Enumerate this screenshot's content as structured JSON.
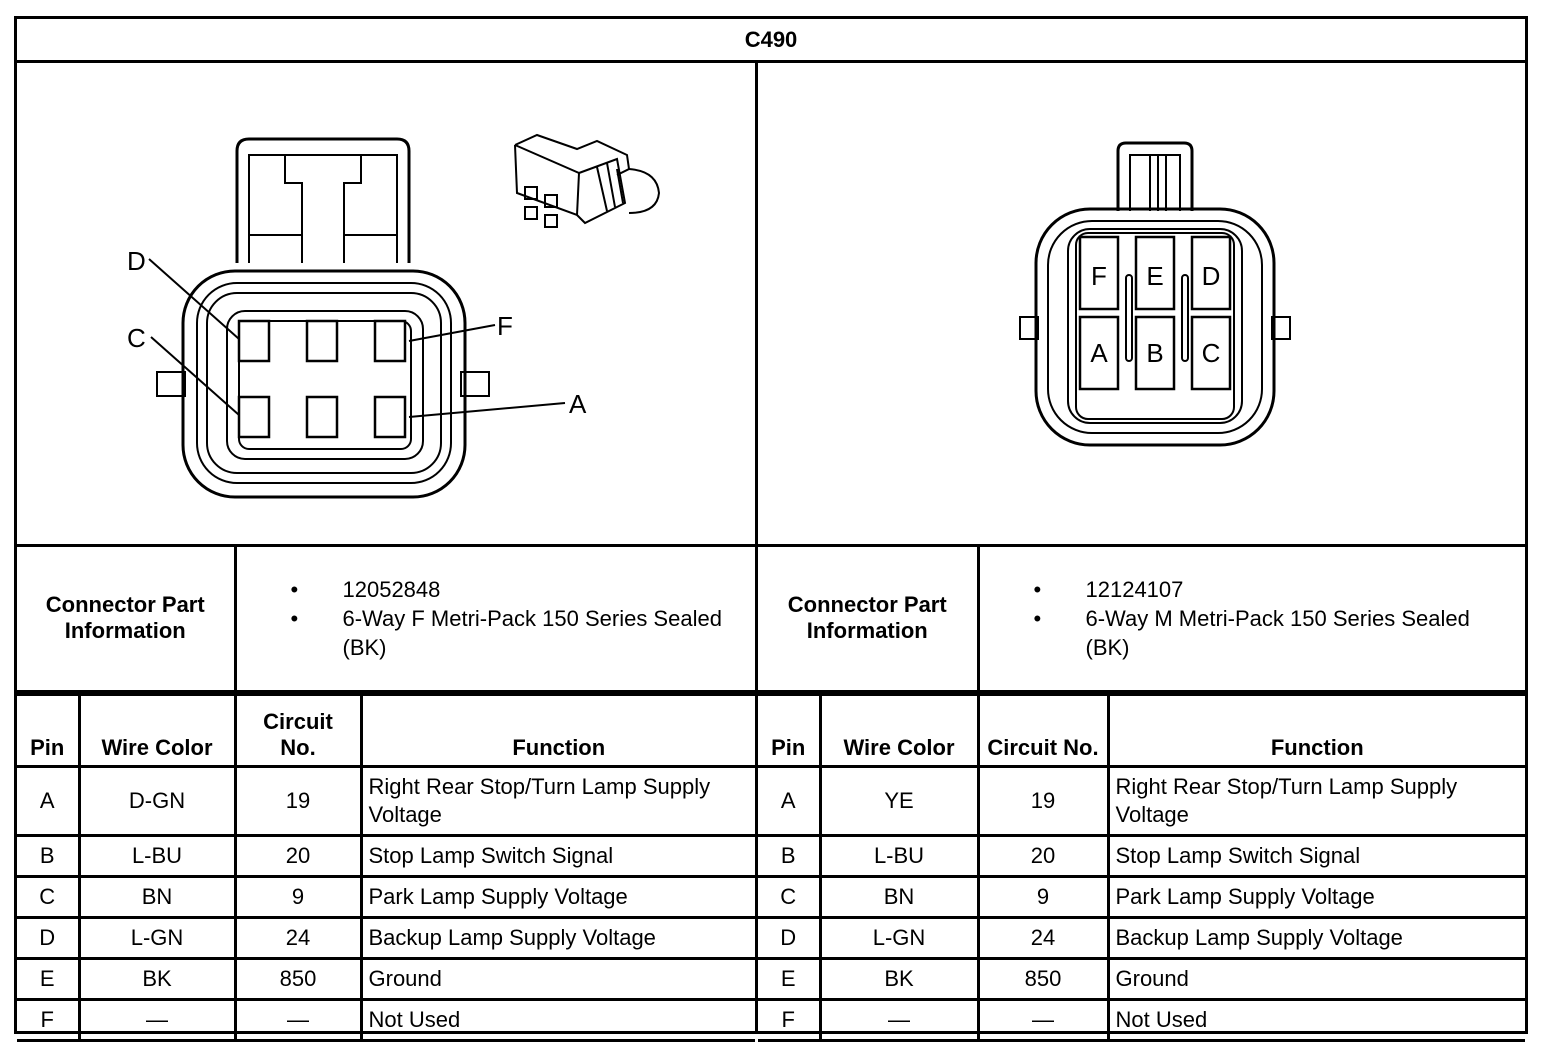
{
  "title": "C490",
  "left": {
    "diagram": {
      "pin_labels": [
        "D",
        "C",
        "F",
        "A"
      ]
    },
    "info_label": "Connector Part Information",
    "info_items": [
      "12052848",
      "6-Way F Metri-Pack 150 Series Sealed (BK)"
    ],
    "headers": {
      "pin": "Pin",
      "wire": "Wire Color",
      "circuit": "Circuit No.",
      "function": "Function"
    },
    "rows": [
      {
        "pin": "A",
        "wire": "D-GN",
        "circuit": "19",
        "function": "Right Rear Stop/Turn Lamp Supply Voltage"
      },
      {
        "pin": "B",
        "wire": "L-BU",
        "circuit": "20",
        "function": "Stop Lamp Switch Signal"
      },
      {
        "pin": "C",
        "wire": "BN",
        "circuit": "9",
        "function": "Park Lamp Supply Voltage"
      },
      {
        "pin": "D",
        "wire": "L-GN",
        "circuit": "24",
        "function": "Backup Lamp Supply Voltage"
      },
      {
        "pin": "E",
        "wire": "BK",
        "circuit": "850",
        "function": "Ground"
      },
      {
        "pin": "F",
        "wire": "—",
        "circuit": "—",
        "function": "Not Used"
      }
    ]
  },
  "right": {
    "diagram": {
      "pin_labels": [
        "F",
        "E",
        "D",
        "A",
        "B",
        "C"
      ]
    },
    "info_label": "Connector Part Information",
    "info_items": [
      "12124107",
      "6-Way M Metri-Pack 150 Series Sealed (BK)"
    ],
    "headers": {
      "pin": "Pin",
      "wire": "Wire Color",
      "circuit": "Circuit No.",
      "function": "Function"
    },
    "rows": [
      {
        "pin": "A",
        "wire": "YE",
        "circuit": "19",
        "function": "Right Rear Stop/Turn Lamp Supply Voltage"
      },
      {
        "pin": "B",
        "wire": "L-BU",
        "circuit": "20",
        "function": "Stop Lamp Switch Signal"
      },
      {
        "pin": "C",
        "wire": "BN",
        "circuit": "9",
        "function": "Park Lamp Supply Voltage"
      },
      {
        "pin": "D",
        "wire": "L-GN",
        "circuit": "24",
        "function": "Backup Lamp Supply Voltage"
      },
      {
        "pin": "E",
        "wire": "BK",
        "circuit": "850",
        "function": "Ground"
      },
      {
        "pin": "F",
        "wire": "—",
        "circuit": "—",
        "function": "Not Used"
      }
    ]
  }
}
